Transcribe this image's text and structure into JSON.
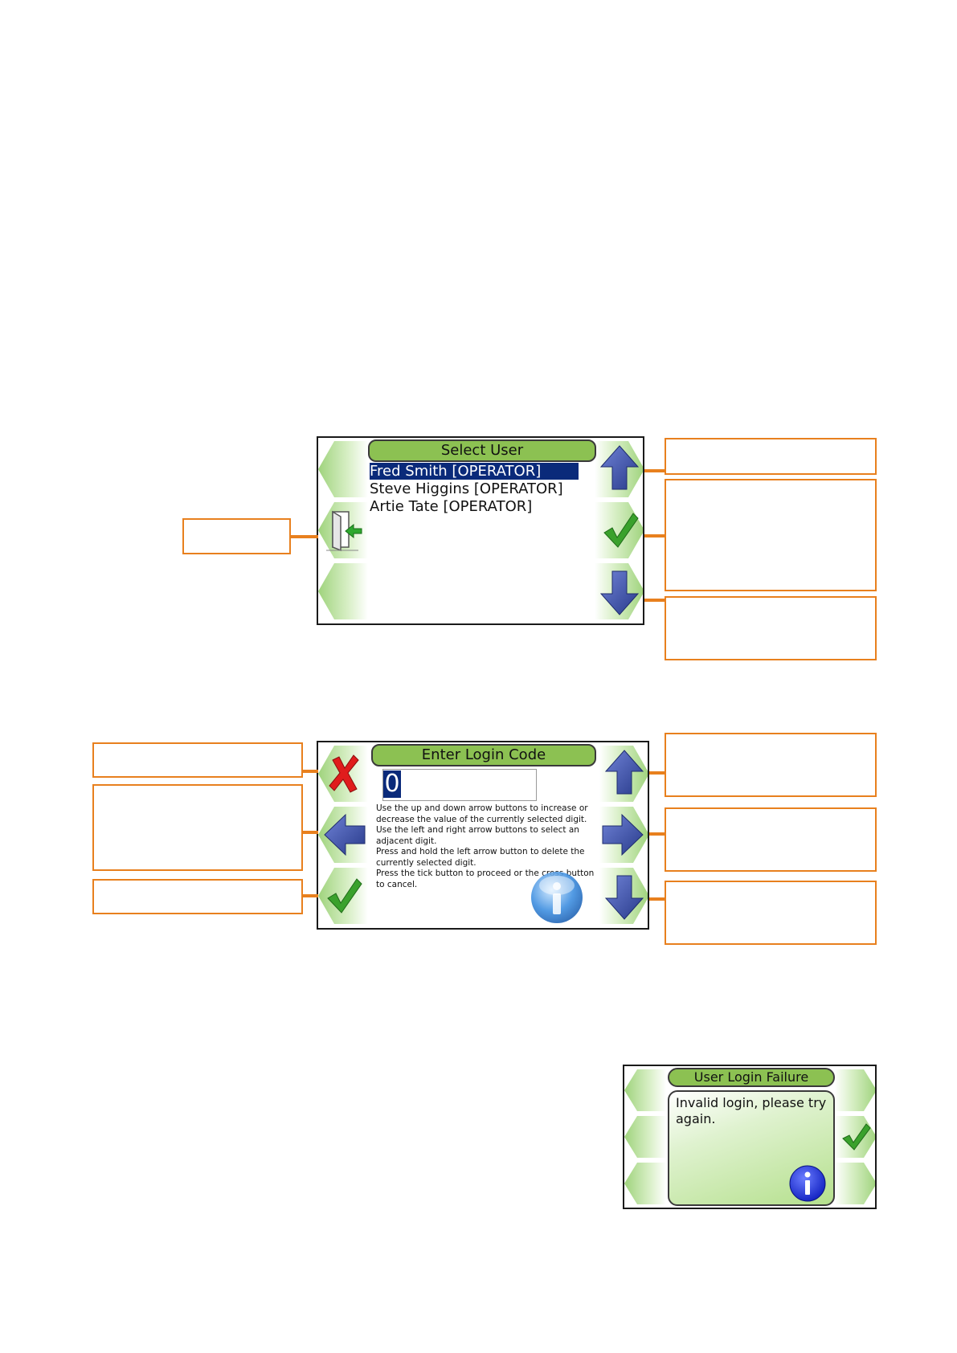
{
  "select_user": {
    "title": "Select User",
    "users": [
      {
        "label": "Fred Smith [OPERATOR]",
        "selected": true
      },
      {
        "label": "Steve Higgins [OPERATOR]",
        "selected": false
      },
      {
        "label": "Artie Tate [OPERATOR]",
        "selected": false
      }
    ]
  },
  "enter_login_code": {
    "title": "Enter Login Code",
    "code_digit": "0",
    "help_lines": [
      "Use the up and down arrow buttons to increase or",
      "decrease the value of the currently selected digit.",
      "Use the left and right arrow buttons to select an",
      "adjacent digit.",
      "Press and hold the left arrow button to delete the",
      "currently selected digit.",
      "Press the tick button to proceed or the cross button",
      "to cancel."
    ]
  },
  "login_failure": {
    "title": "User Login Failure",
    "message_line1": "Invalid login, please try",
    "message_line2": "again."
  },
  "colors": {
    "header_green": "#8cc152",
    "arrow_blue": "#3a4a9a",
    "tick_green": "#3aa12c",
    "cross_red": "#e01c1c",
    "callout_orange": "#e8801e",
    "selection_navy": "#0a2a7a"
  }
}
